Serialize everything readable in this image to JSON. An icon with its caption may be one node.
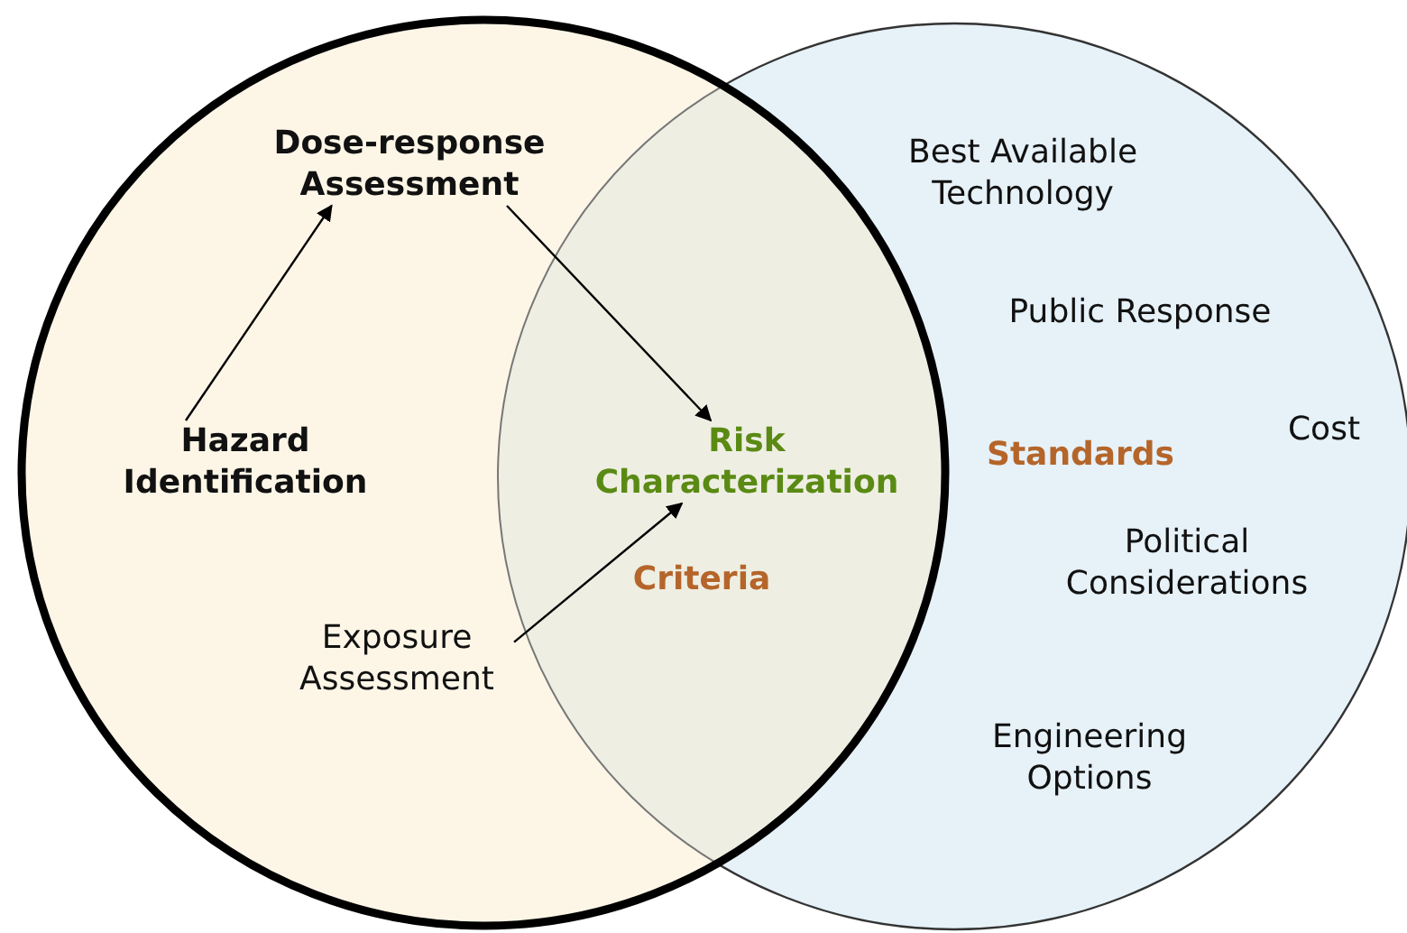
{
  "diagram": {
    "nodes": [
      {
        "text": [
          "Dose-response Assessment"
        ]
      },
      {
        "text": [
          "Hazard Identification"
        ]
      },
      {
        "text": [
          "Risk Characterization"
        ]
      },
      {
        "text": [
          "Exposure Assessment"
        ]
      }
    ],
    "edges": [
      {
        "from": 1,
        "to": 0,
        "arrow": "to"
      },
      {
        "from": 0,
        "to": 2,
        "arrow": "to"
      },
      {
        "from": 3,
        "to": 2,
        "arrow": "to"
      }
    ],
    "labels": [
      "Best Available Technology",
      "Public Response",
      "Standards",
      "Cost",
      "Criteria",
      "Political Considerations",
      "Engineering Options"
    ]
  }
}
